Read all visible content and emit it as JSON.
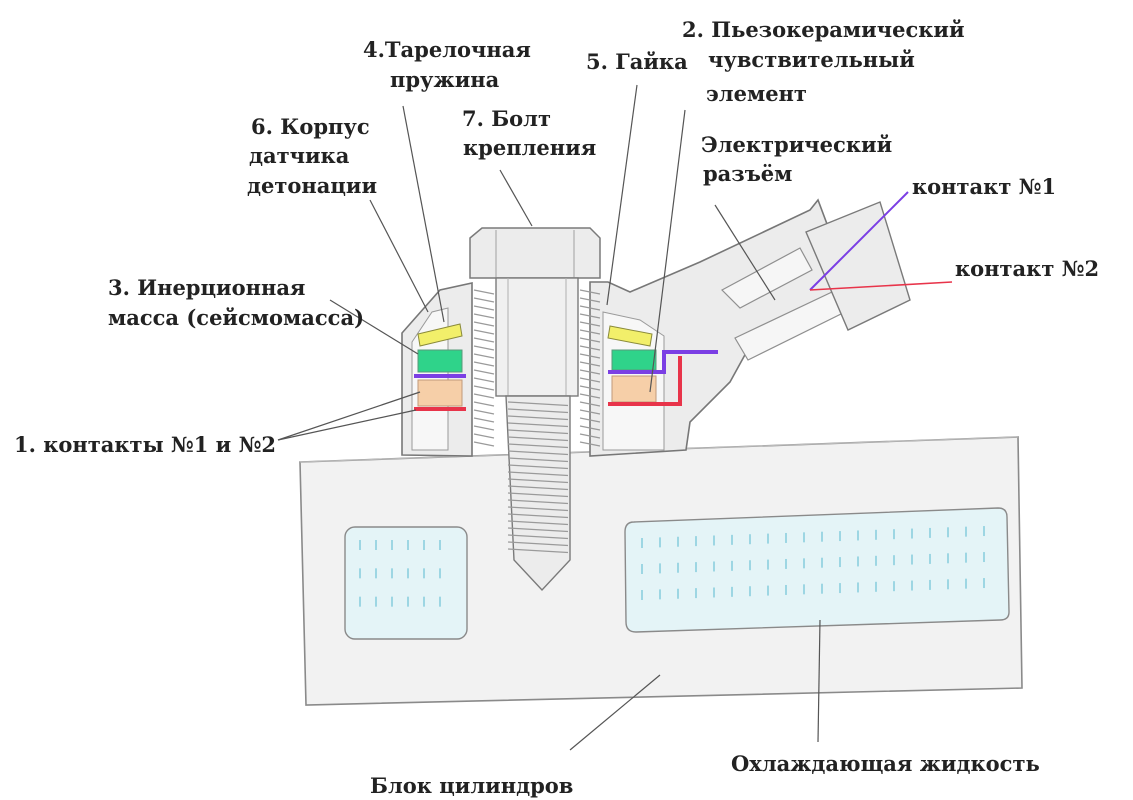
{
  "labels": {
    "piezo": [
      "2. Пьезокерамический",
      "чувствительный",
      "элемент"
    ],
    "spring": [
      "4.Тарелочная",
      "пружина"
    ],
    "nut": "5. Гайка",
    "housing": [
      "6. Корпус",
      "датчика",
      "детонации"
    ],
    "bolt": [
      "7. Болт",
      "крепления"
    ],
    "connector": [
      "Электрический",
      "разъём"
    ],
    "contact1": "контакт №1",
    "contact2": "контакт №2",
    "mass": [
      "3. Инерционная",
      "масса (сейсмомасса)"
    ],
    "contacts": "1. контакты №1 и №2",
    "coolant": "Охлаждающая жидкость",
    "block": "Блок цилиндров"
  },
  "colors": {
    "spring": "#f2ef6a",
    "mass": "#2fd38a",
    "piezo": "#f6cfa8",
    "contact1": "#7b3fe4",
    "contact2": "#e8344a",
    "coolant": "#e4f4f7",
    "coolant_dash": "#6ec3d6"
  },
  "icons": {
    "bolt": "hex-bolt-icon",
    "connector": "plug-connector-icon"
  }
}
